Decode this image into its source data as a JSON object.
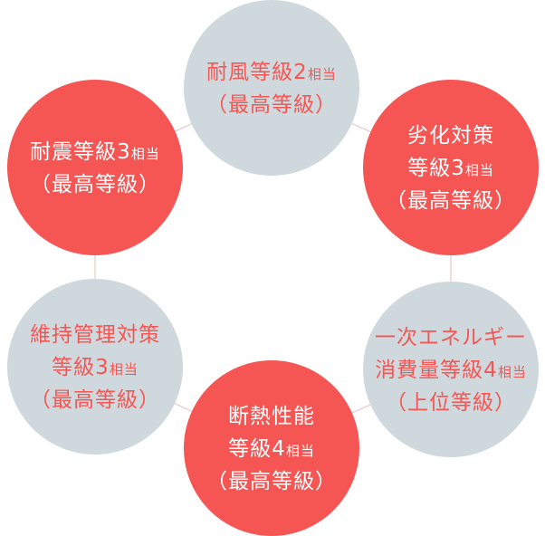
{
  "colors": {
    "red": "#F55654",
    "gray": "#CFD9DD",
    "text_on_red": "#FFFFFF",
    "text_on_gray": "#F55654",
    "connector": "#E9C9C9"
  },
  "nodes": [
    {
      "id": "taifu",
      "tone": "gray",
      "lines": [
        [
          "耐風等級",
          "2",
          "相当"
        ],
        [
          "（最高等級）"
        ]
      ]
    },
    {
      "id": "rekka",
      "tone": "red",
      "lines": [
        [
          "劣化対策"
        ],
        [
          "等級",
          "3",
          "相当"
        ],
        [
          "（最高等級）"
        ]
      ]
    },
    {
      "id": "energy",
      "tone": "gray",
      "lines": [
        [
          "一次エネルギー"
        ],
        [
          "消費量等級",
          "4",
          "相当"
        ],
        [
          "（上位等級）"
        ]
      ]
    },
    {
      "id": "dannetsu",
      "tone": "red",
      "lines": [
        [
          "断熱性能"
        ],
        [
          "等級",
          "4",
          "相当"
        ],
        [
          "（最高等級）"
        ]
      ]
    },
    {
      "id": "iji",
      "tone": "gray",
      "lines": [
        [
          "維持管理対策"
        ],
        [
          "等級",
          "3",
          "相当"
        ],
        [
          "（最高等級）"
        ]
      ]
    },
    {
      "id": "taishin",
      "tone": "red",
      "lines": [
        [
          "耐震等級",
          "3",
          "相当"
        ],
        [
          "（最高等級）"
        ]
      ]
    }
  ]
}
